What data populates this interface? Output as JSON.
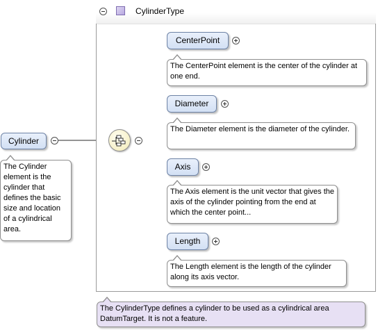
{
  "root": {
    "name": "Cylinder",
    "annotation": "The Cylinder element is the cylinder that defines the basic size and location of a cylindrical area."
  },
  "type": {
    "name": "CylinderType",
    "annotation": "The CylinderType defines a cylinder to be used as a cylindrical area DatumTarget. It is not a feature.",
    "compositor": "sequence"
  },
  "children": [
    {
      "name": "CenterPoint",
      "annotation": "The CenterPoint element is the center of the cylinder at one end."
    },
    {
      "name": "Diameter",
      "annotation": "The Diameter element is the diameter of the cylinder."
    },
    {
      "name": "Axis",
      "annotation": "The Axis element is the unit vector that gives the axis of the cylinder pointing from the end at which the center point..."
    },
    {
      "name": "Length",
      "annotation": "The Length element is the length of the cylinder along its axis vector."
    }
  ],
  "colors": {
    "element_fill": "#d3e0f4",
    "element_border": "#6d82a5",
    "type_annotation_fill": "#e7e0f4",
    "compositor_fill": "#f2eab5"
  },
  "icons": {
    "collapse": "minus-circle-icon",
    "expand": "plus-circle-icon",
    "type": "complex-type-icon",
    "compositor": "sequence-icon"
  }
}
